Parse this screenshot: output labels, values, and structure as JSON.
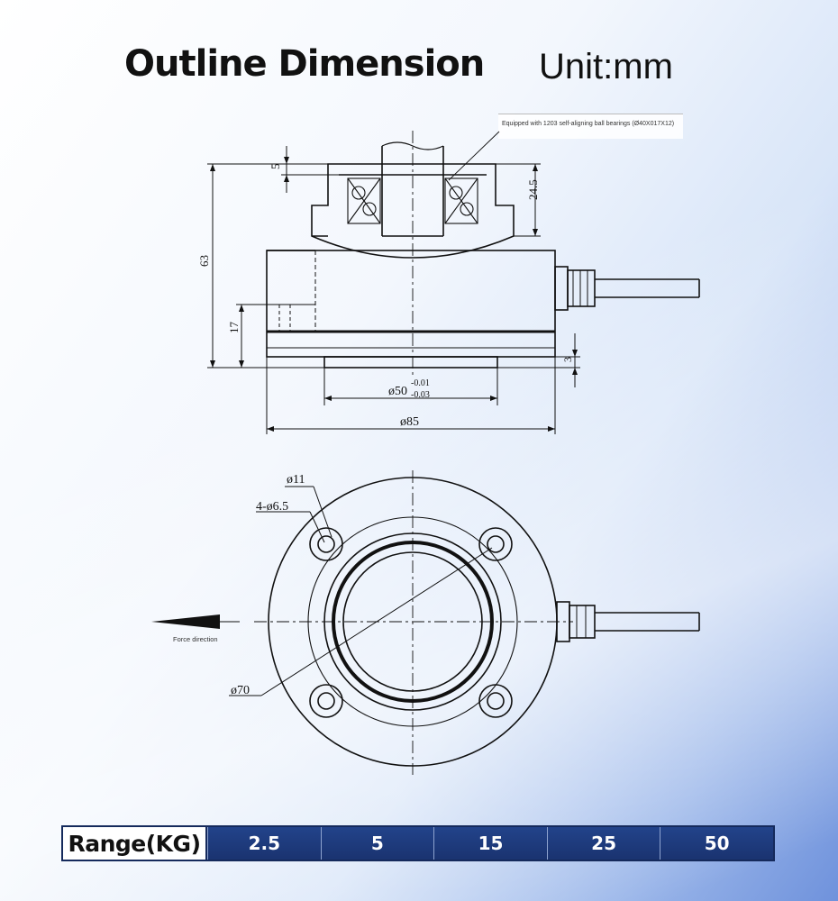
{
  "header": {
    "title": "Outline Dimension",
    "unit": "Unit:mm"
  },
  "side_view": {
    "bearing_note": "Equipped with 1203 self-aligning ball bearings (Ø40X017X12)",
    "dim_5": "5",
    "dim_24_5": "24.5",
    "dim_63": "63",
    "dim_17": "17",
    "dim_3": "3",
    "dim_50": "ø50",
    "dim_50_tol_upper": "-0.01",
    "dim_50_tol_lower": "-0.03",
    "dim_85": "ø85"
  },
  "top_view": {
    "dim_11": "ø11",
    "dim_holes": "4-ø6.5",
    "dim_70": "ø70",
    "force_label": "Force direction"
  },
  "range_table": {
    "label": "Range(KG)",
    "values": [
      "2.5",
      "5",
      "15",
      "25",
      "50"
    ]
  },
  "colors": {
    "table_fill": "#1d3a78",
    "background_accent": "#6f92dc"
  }
}
